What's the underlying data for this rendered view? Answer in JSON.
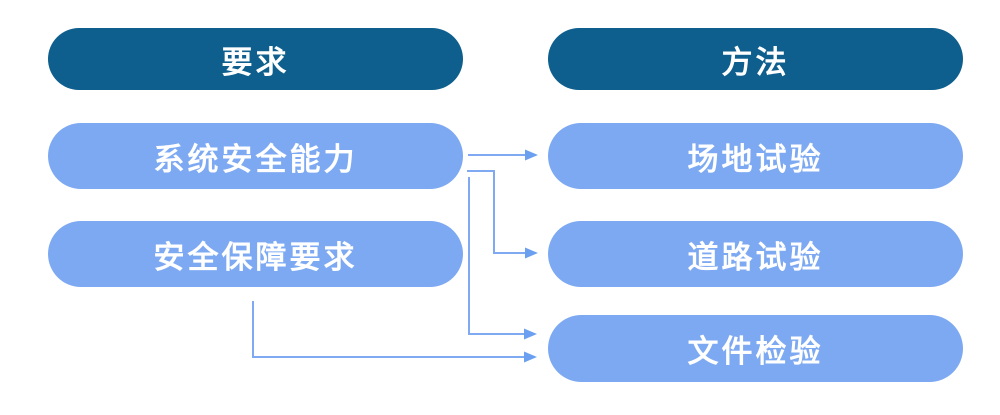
{
  "columns": {
    "requirements": {
      "header": "要求",
      "items": [
        {
          "label": "系统安全能力"
        },
        {
          "label": "安全保障要求"
        }
      ]
    },
    "methods": {
      "header": "方法",
      "items": [
        {
          "label": "场地试验"
        },
        {
          "label": "道路试验"
        },
        {
          "label": "文件检验"
        }
      ]
    }
  },
  "connections": [
    {
      "from": "系统安全能力",
      "to": "场地试验"
    },
    {
      "from": "系统安全能力",
      "to": "道路试验"
    },
    {
      "from": "系统安全能力",
      "to": "文件检验"
    },
    {
      "from": "安全保障要求",
      "to": "文件检验"
    }
  ],
  "colors": {
    "header_fill": "#0E5F8D",
    "item_fill": "#7DA9F2",
    "connector": "#7FA9F0",
    "arrowhead": "#6BA0F0",
    "text": "#FFFFFF"
  }
}
